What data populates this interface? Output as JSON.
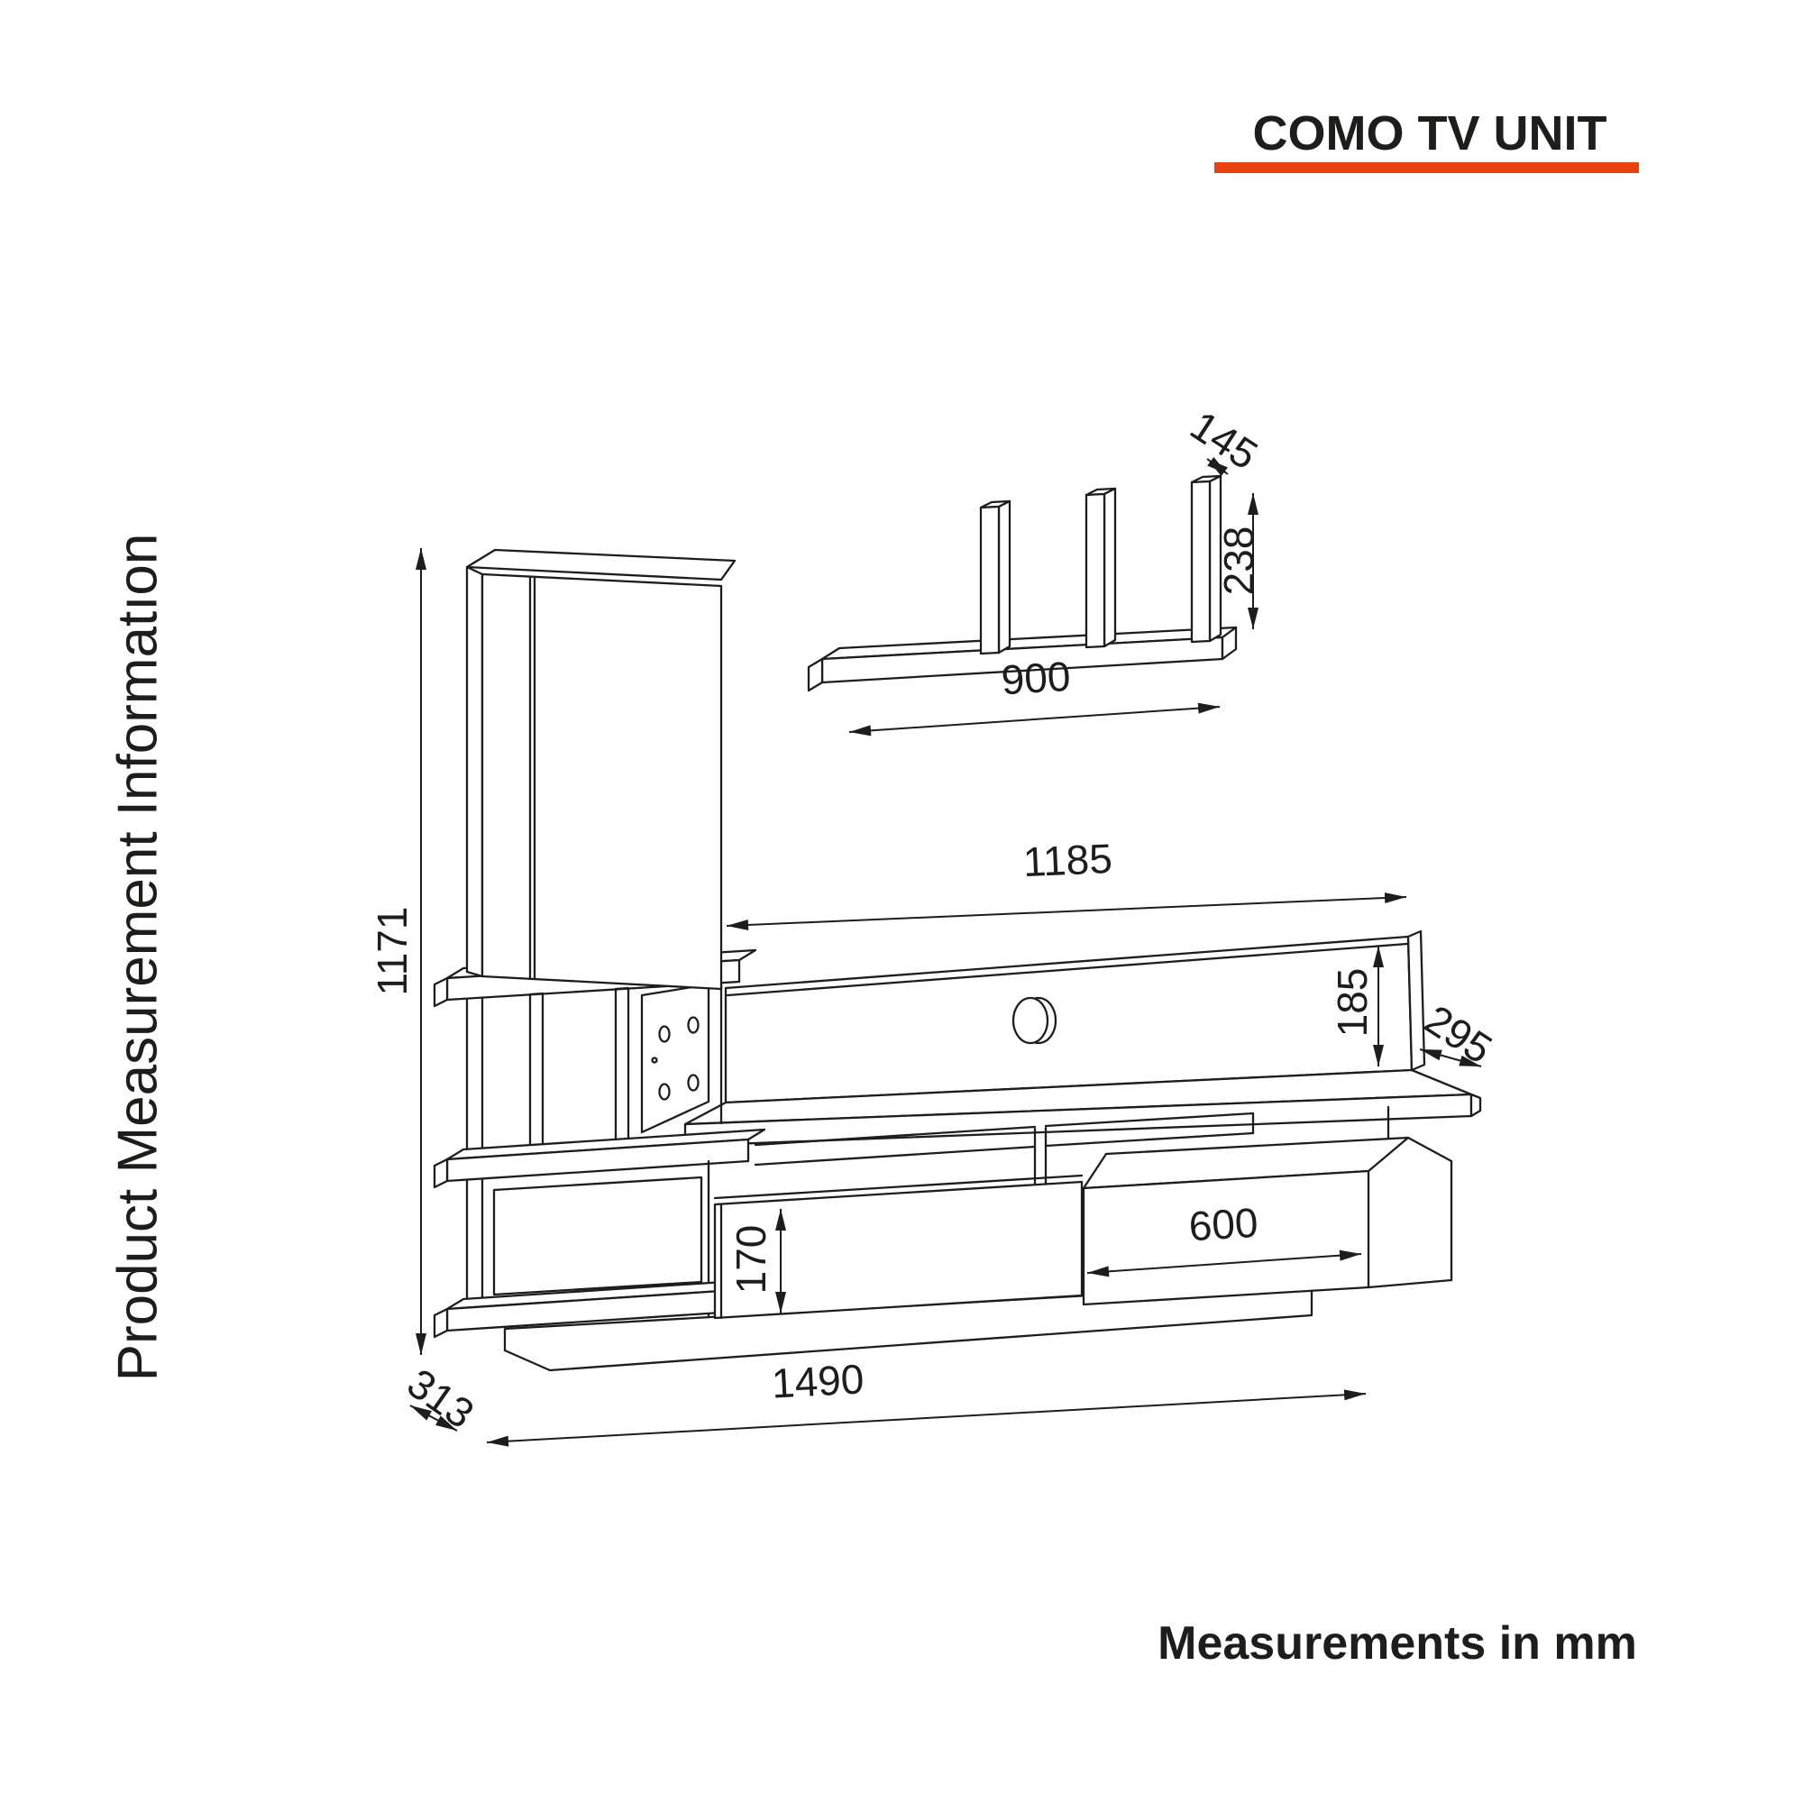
{
  "page": {
    "background_color": "#ffffff"
  },
  "header": {
    "title": "COMO TV UNIT",
    "underline_color": "#e8430e"
  },
  "side_label": "Product Measurement Informatıon",
  "footer": {
    "note": "Measurements in mm"
  },
  "colors": {
    "line": "#1d1d1b",
    "accent": "#e8430e"
  },
  "diagram": {
    "wall_shelf": {
      "part": "wall shelf with three dividers",
      "dimensions": {
        "depth": "145",
        "divider_height": "238",
        "width": "900"
      }
    },
    "tv_unit": {
      "part": "TV stand with tall cabinet, open shelves and two drawers",
      "dimensions": {
        "height": "1171",
        "back_panel_width": "1185",
        "back_panel_height": "185",
        "shelf_depth": "295",
        "drawer_height": "170",
        "drawer_width": "600",
        "side_depth": "313",
        "total_width": "1490"
      }
    }
  }
}
